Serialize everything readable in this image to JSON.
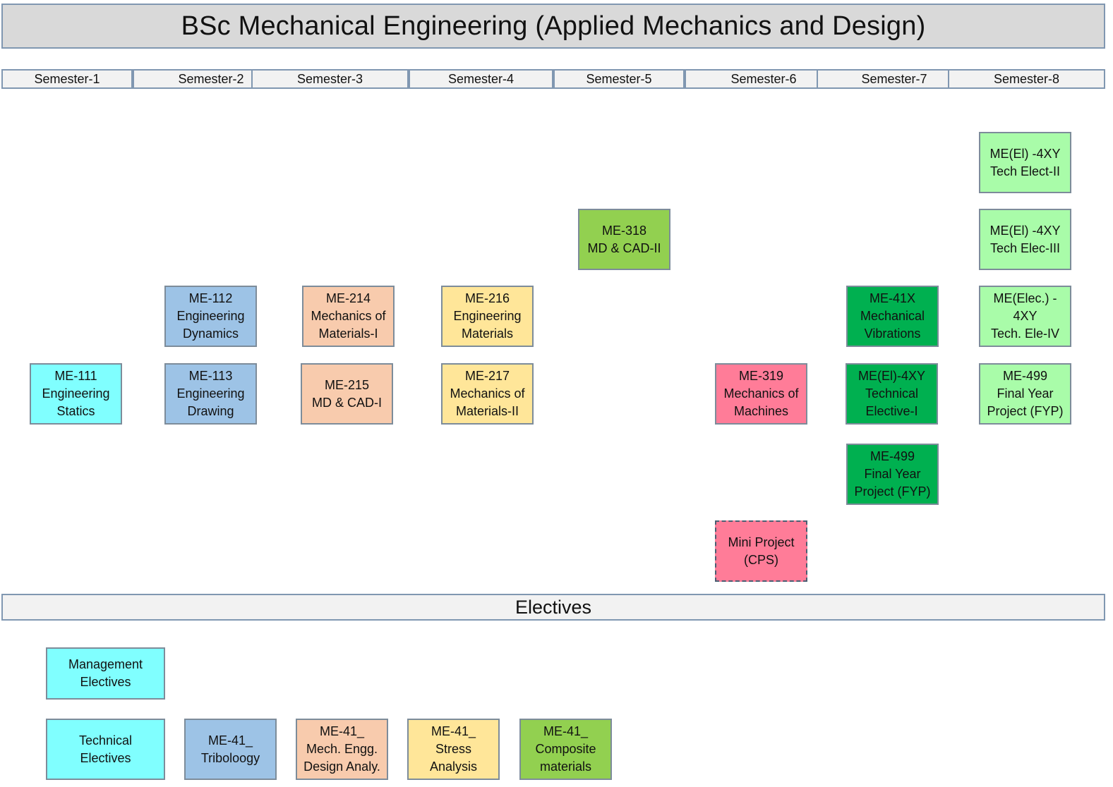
{
  "title": "BSc Mechanical Engineering (Applied Mechanics and Design)",
  "semesters": [
    "Semester-1",
    "Semester-2",
    "Semester-3",
    "Semester-4",
    "Semester-5",
    "Semester-6",
    "Semester-7",
    "Semester-8"
  ],
  "colors": {
    "cyan": "#80ffff",
    "blue": "#9dc3e6",
    "peach": "#f8cbad",
    "yellow": "#ffe699",
    "lime": "#92d050",
    "pink": "#ff7c98",
    "green": "#00b050",
    "light_green": "#a9fca9"
  },
  "courses": {
    "me111": [
      "ME-111",
      "Engineering",
      "Statics"
    ],
    "me112": [
      "ME-112",
      "Engineering",
      "Dynamics"
    ],
    "me113": [
      "ME-113",
      "Engineering",
      "Drawing"
    ],
    "me214": [
      "ME-214",
      "Mechanics of",
      "Materials-I"
    ],
    "me215": [
      "ME-215",
      "MD & CAD-I"
    ],
    "me216": [
      "ME-216",
      "Engineering",
      "Materials"
    ],
    "me217": [
      "ME-217",
      "Mechanics of",
      "Materials-II"
    ],
    "me318": [
      "ME-318",
      "MD & CAD-II"
    ],
    "me319": [
      "ME-319",
      "Mechanics of",
      "Machines"
    ],
    "mini_project": [
      "Mini Project",
      "(CPS)"
    ],
    "me41x": [
      "ME-41X",
      "Mechanical",
      "Vibrations"
    ],
    "tech_elective_1": [
      "ME(El)-4XY",
      "Technical",
      "Elective-I"
    ],
    "me499_s7": [
      "ME-499",
      "Final Year",
      "Project (FYP)"
    ],
    "tech_elect_2": [
      "ME(El) -4XY",
      "Tech Elect-II"
    ],
    "tech_elec_3": [
      "ME(El) -4XY",
      "Tech Elec-III"
    ],
    "tech_ele_4": [
      "ME(Elec.) -",
      "4XY",
      "Tech. Ele-IV"
    ],
    "me499_s8": [
      "ME-499",
      "Final Year",
      "Project (FYP)"
    ]
  },
  "electives": {
    "title": "Electives",
    "management": [
      "Management",
      "Electives"
    ],
    "technical": [
      "Technical",
      "Electives"
    ],
    "tribology": [
      "ME-41_",
      "Triboloogy"
    ],
    "design_analysis": [
      "ME-41_",
      "Mech. Engg.",
      "Design Analy."
    ],
    "stress_analysis": [
      "ME-41_",
      "Stress",
      "Analysis"
    ],
    "composites": [
      "ME-41_",
      "Composite",
      "materials"
    ]
  }
}
